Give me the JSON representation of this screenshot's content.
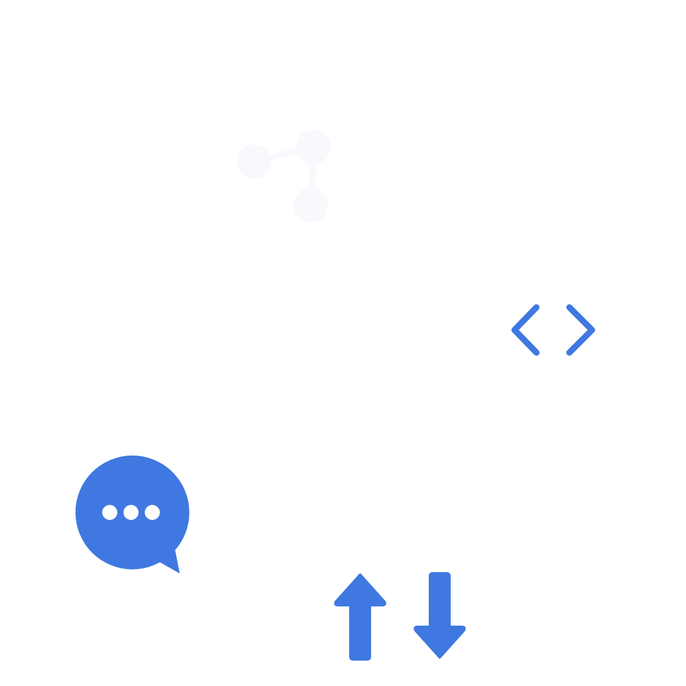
{
  "colors": {
    "background": "#ffffff",
    "accent": "#3f78e0",
    "faded": "#f7f9fc",
    "on_accent": "#ffffff"
  },
  "icons": [
    {
      "name": "share-icon",
      "style": "faded"
    },
    {
      "name": "code-icon",
      "style": "accent"
    },
    {
      "name": "chat-bubble-icon",
      "style": "accent"
    },
    {
      "name": "sort-arrows-icon",
      "style": "accent"
    }
  ]
}
